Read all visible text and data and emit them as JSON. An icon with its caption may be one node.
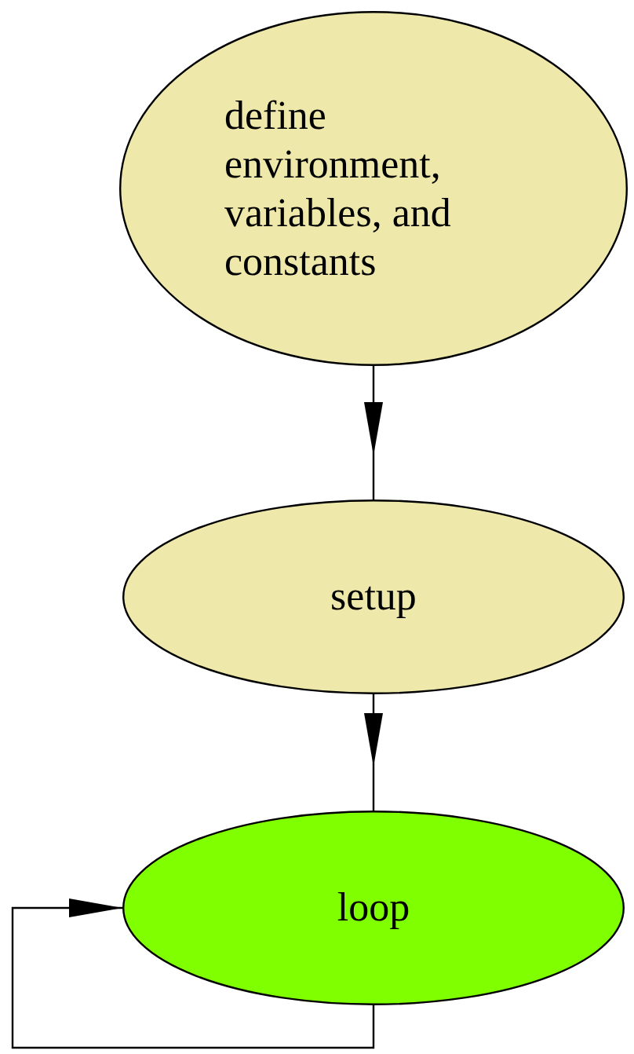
{
  "diagram": {
    "nodes": [
      {
        "text": [
          "define environment, variables, and constants"
        ]
      },
      {
        "text": [
          "setup"
        ]
      },
      {
        "text": [
          "loop"
        ]
      }
    ],
    "edges": [
      {
        "from": 0,
        "to": 1,
        "arrow": "to"
      },
      {
        "from": 1,
        "to": 2,
        "arrow": "to"
      },
      {
        "from": 2,
        "to": 2,
        "arrow": "to"
      }
    ]
  }
}
